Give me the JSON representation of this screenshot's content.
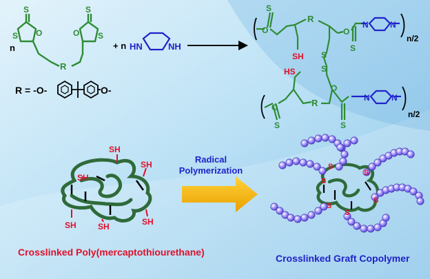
{
  "colors": {
    "green": "#2e8b34",
    "blue": "#1f22c8",
    "red": "#e0102a",
    "black": "#000000",
    "arrow_yellow": "#f6b800",
    "bead": "#9a8cff",
    "bg_light": "#d9eef9",
    "bg_mid": "#9fd0ef"
  },
  "reaction": {
    "n_coef1": "n",
    "plus_n": "+ n",
    "thione_S": "S",
    "ring_O": "O",
    "ring_S": "S",
    "linker_R": "R",
    "amine_HN": "HN",
    "amine_NH": "NH",
    "r_def": "R = -O-",
    "r_def_end": "O-"
  },
  "product": {
    "S": "S",
    "O": "O",
    "R": "R",
    "N": "N",
    "SH": "SH",
    "HS": "HS",
    "n2": "n/2"
  },
  "lower": {
    "arrow_line1": "Radical",
    "arrow_line2": "Polymerization",
    "left_caption": "Crosslinked Poly(mercaptothiourethane)",
    "right_caption": "Crosslinked Graft Copolymer",
    "sh_label": "SH",
    "s_label": "S"
  }
}
